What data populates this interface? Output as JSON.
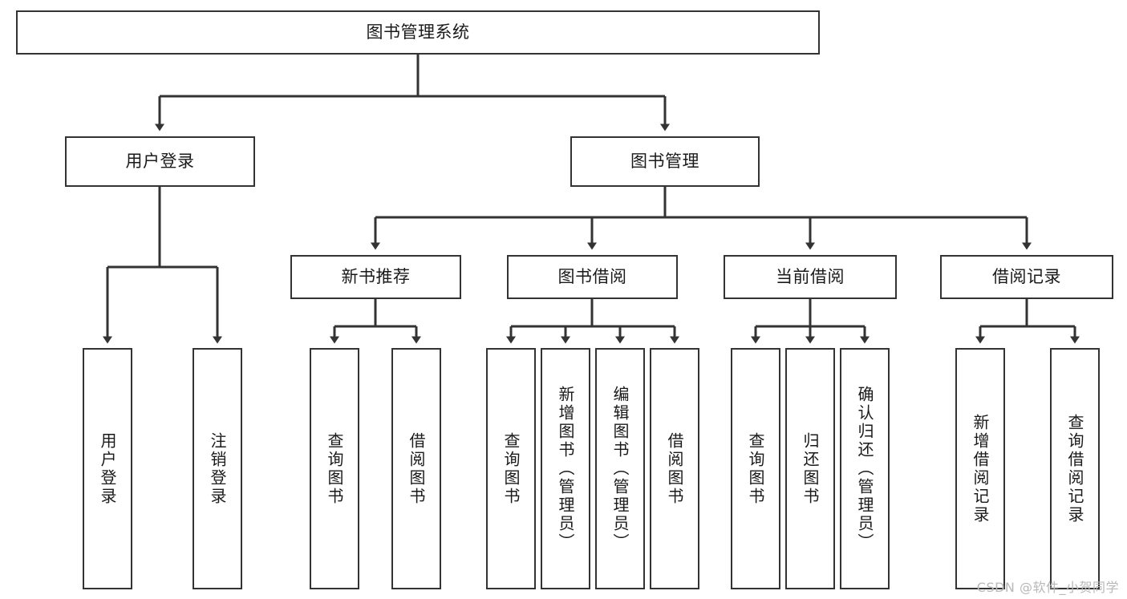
{
  "diagram": {
    "title": "图书管理系统",
    "type": "tree",
    "colors": {
      "border": "#333333",
      "background": "#ffffff",
      "text": "#1a1a1a",
      "edge": "#333333",
      "watermark": "#b8b8b8"
    },
    "root": {
      "id": "root",
      "label": "图书管理系统"
    },
    "level2": [
      {
        "id": "user-login",
        "label": "用户登录"
      },
      {
        "id": "book-manage",
        "label": "图书管理"
      }
    ],
    "level3": [
      {
        "id": "new-book-rec",
        "label": "新书推荐",
        "parent": "book-manage"
      },
      {
        "id": "book-borrow",
        "label": "图书借阅",
        "parent": "book-manage"
      },
      {
        "id": "current-borrow",
        "label": "当前借阅",
        "parent": "book-manage"
      },
      {
        "id": "borrow-record",
        "label": "借阅记录",
        "parent": "book-manage"
      }
    ],
    "leaves": [
      {
        "id": "leaf-user-login",
        "label": "用户登录",
        "parent": "user-login"
      },
      {
        "id": "leaf-user-logout",
        "label": "注销登录",
        "parent": "user-login"
      },
      {
        "id": "leaf-query-book-1",
        "label": "查询图书",
        "parent": "new-book-rec"
      },
      {
        "id": "leaf-borrow-book-1",
        "label": "借阅图书",
        "parent": "new-book-rec"
      },
      {
        "id": "leaf-query-book-2",
        "label": "查询图书",
        "parent": "book-borrow"
      },
      {
        "id": "leaf-add-book",
        "label": "新增图书（管理员）",
        "parent": "book-borrow"
      },
      {
        "id": "leaf-edit-book",
        "label": "编辑图书（管理员）",
        "parent": "book-borrow"
      },
      {
        "id": "leaf-borrow-book-2",
        "label": "借阅图书",
        "parent": "book-borrow"
      },
      {
        "id": "leaf-query-book-3",
        "label": "查询图书",
        "parent": "current-borrow"
      },
      {
        "id": "leaf-return-book",
        "label": "归还图书",
        "parent": "current-borrow"
      },
      {
        "id": "leaf-confirm-return",
        "label": "确认归还（管理员）",
        "parent": "current-borrow"
      },
      {
        "id": "leaf-add-record",
        "label": "新增借阅记录",
        "parent": "borrow-record"
      },
      {
        "id": "leaf-query-record",
        "label": "查询借阅记录",
        "parent": "borrow-record"
      }
    ],
    "watermark": "CSDN @软件_小贺同学"
  }
}
